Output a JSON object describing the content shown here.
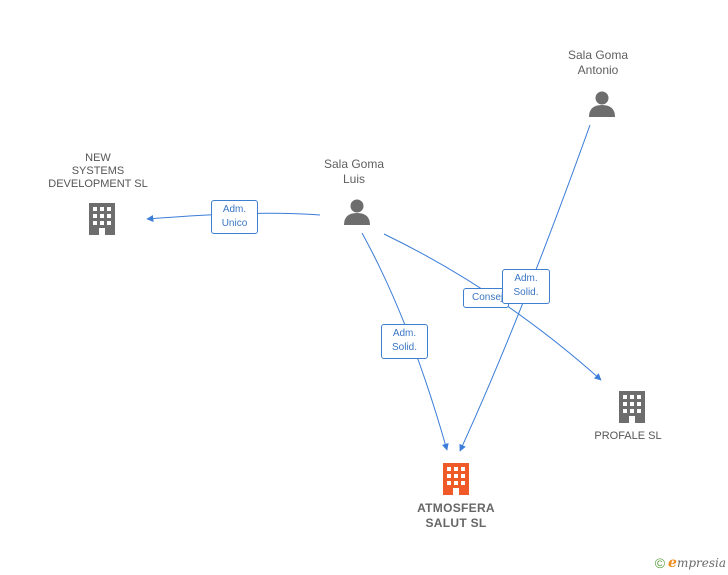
{
  "colors": {
    "edge": "#3b7dd8",
    "person": "#6d6d6d",
    "company": "#6d6d6d",
    "main": "#f05a28"
  },
  "nodes": {
    "antonio": {
      "line1": "Sala Goma",
      "line2": "Antonio",
      "icon": "person-icon"
    },
    "luis": {
      "line1": "Sala Goma",
      "line2": "Luis",
      "icon": "person-icon"
    },
    "newsys": {
      "line1": "NEW",
      "line2": "SYSTEMS",
      "line3": "DEVELOPMENT SL",
      "icon": "building-icon"
    },
    "profale": {
      "line1": "PROFALE SL",
      "icon": "building-icon"
    },
    "atmosfera": {
      "line1": "ATMOSFERA",
      "line2": "SALUT SL",
      "icon": "building-icon"
    }
  },
  "edges": {
    "luis_newsys": {
      "line1": "Adm.",
      "line2": "Unico"
    },
    "luis_atmosfera": {
      "line1": "Adm.",
      "line2": "Solid."
    },
    "luis_profale": {
      "line1": "Consej."
    },
    "antonio_atmosfera": {
      "line1": "Adm.",
      "line2": "Solid."
    }
  },
  "footer": {
    "copyright": "©",
    "brand_first": "e",
    "brand_rest": "mpresia"
  }
}
